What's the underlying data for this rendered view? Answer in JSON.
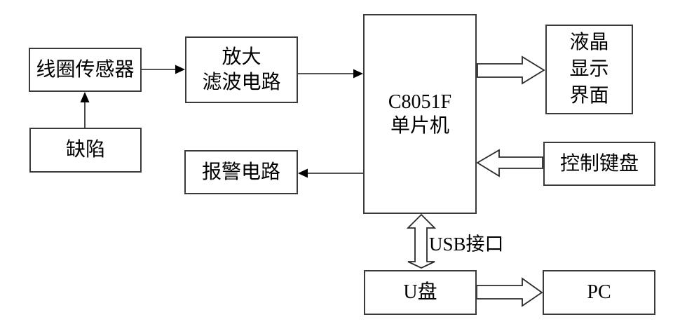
{
  "diagram": {
    "type": "block-diagram",
    "description": "C8051F microcontroller based defect-detection system block diagram",
    "nodes": {
      "coil_sensor": {
        "label": "线圈传感器"
      },
      "defect": {
        "label": "缺陷"
      },
      "amplify_filter": {
        "lines": [
          "放大",
          "滤波电路"
        ]
      },
      "mcu": {
        "lines": [
          "C8051F",
          "单片机"
        ]
      },
      "lcd": {
        "lines": [
          "液晶",
          "显示",
          "界面"
        ]
      },
      "keyboard": {
        "label": "控制键盘"
      },
      "alarm": {
        "label": "报警电路"
      },
      "usb_disk": {
        "label": "U盘"
      },
      "pc": {
        "label": "PC"
      }
    },
    "labels": {
      "usb_port": "USB接口"
    },
    "edges": [
      {
        "from": "defect",
        "to": "coil_sensor",
        "style": "thin-arrow"
      },
      {
        "from": "coil_sensor",
        "to": "amplify_filter",
        "style": "thin-arrow"
      },
      {
        "from": "amplify_filter",
        "to": "mcu",
        "style": "thin-arrow"
      },
      {
        "from": "mcu",
        "to": "lcd",
        "style": "hollow-block-arrow"
      },
      {
        "from": "keyboard",
        "to": "mcu",
        "style": "hollow-block-arrow"
      },
      {
        "from": "mcu",
        "to": "alarm",
        "style": "thin-arrow"
      },
      {
        "from": "mcu",
        "to": "usb_disk",
        "style": "hollow-block-double-arrow",
        "label": "USB接口"
      },
      {
        "from": "usb_disk",
        "to": "pc",
        "style": "hollow-block-arrow"
      }
    ],
    "colors": {
      "background": "#ffffff",
      "line": "#1a1a1a",
      "box_border": "#3a3a3a",
      "text": "#000000",
      "block_arrow_fill": "#ffffff"
    }
  }
}
